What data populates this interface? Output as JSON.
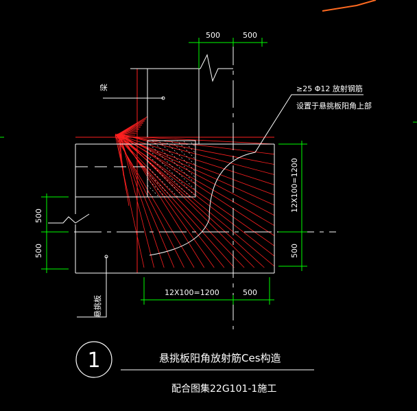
{
  "colors": {
    "background": "#000000",
    "outline": "#ffffff",
    "radial_bars": "#ff2020",
    "dimension": "#00ff00",
    "hatch": "#ffffff",
    "leader": "#ffffff",
    "corner_stroke": "#ff6a20"
  },
  "dimensions": {
    "top_left": "500",
    "top_right": "500",
    "right_upper": "12X100=1200",
    "right_lower": "500",
    "left_upper": "500",
    "left_lower": "500",
    "bottom_left": "12X100=1200",
    "bottom_right": "500"
  },
  "labels": {
    "beam": "梁",
    "slab": "悬挑板",
    "note_line1": "≥25 Φ12 放射钢筋",
    "note_line2": "设置于悬挑板阳角上部"
  },
  "title": {
    "number": "1",
    "main": "悬挑板阳角放射筋Ces构造",
    "sub": "配合图集22G101-1施工"
  }
}
